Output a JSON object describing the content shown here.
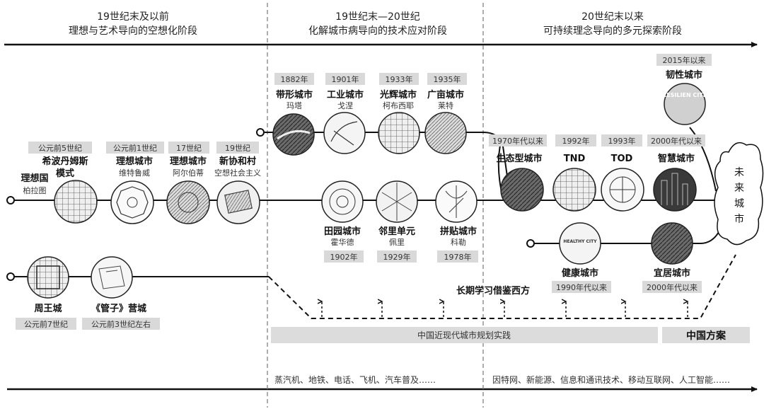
{
  "periods": [
    {
      "line1": "19世纪末及以前",
      "line2": "理想与艺术导向的空想化阶段"
    },
    {
      "line1": "19世纪末—20世纪",
      "line2": "化解城市病导向的技术应对阶段"
    },
    {
      "line1": "20世纪末以来",
      "line2": "可持续理念导向的多元探索阶段"
    }
  ],
  "nodes": [
    {
      "id": "lixiangguo",
      "name": "理想国",
      "person": "柏拉图",
      "date": ""
    },
    {
      "id": "hippodamus",
      "name": "希波丹姆斯模式",
      "name_lines": [
        "希波丹姆斯",
        "模式"
      ],
      "person": "",
      "date": "公元前5世纪"
    },
    {
      "id": "vitruvius",
      "name": "理想城市",
      "person": "维特鲁威",
      "date": "公元前1世纪"
    },
    {
      "id": "alberti",
      "name": "理想城市",
      "person": "阿尔伯蒂",
      "date": "17世纪"
    },
    {
      "id": "newharmony",
      "name": "新协和村",
      "person": "空想社会主义",
      "date": "19世纪"
    },
    {
      "id": "linear",
      "name": "带形城市",
      "person": "玛塔",
      "date": "1882年"
    },
    {
      "id": "industrial",
      "name": "工业城市",
      "person": "戈涅",
      "date": "1901年"
    },
    {
      "id": "radiant",
      "name": "光辉城市",
      "person": "柯布西耶",
      "date": "1933年"
    },
    {
      "id": "broadacre",
      "name": "广亩城市",
      "person": "莱特",
      "date": "1935年"
    },
    {
      "id": "garden",
      "name": "田园城市",
      "person": "霍华德",
      "date": "1902年"
    },
    {
      "id": "neighborhood",
      "name": "邻里单元",
      "person": "佩里",
      "date": "1929年"
    },
    {
      "id": "collage",
      "name": "拼贴城市",
      "person": "科勒",
      "date": "1978年"
    },
    {
      "id": "eco",
      "name": "生态型城市",
      "person": "",
      "date": "1970年代以来"
    },
    {
      "id": "tnd",
      "name": "TND",
      "person": "",
      "date": "1992年"
    },
    {
      "id": "tod",
      "name": "TOD",
      "person": "",
      "date": "1993年"
    },
    {
      "id": "smart",
      "name": "智慧城市",
      "person": "",
      "date": "2000年代以来"
    },
    {
      "id": "resilient",
      "name": "韧性城市",
      "person": "",
      "date": "2015年以来"
    },
    {
      "id": "healthy",
      "name": "健康城市",
      "person": "",
      "date": "1990年代以来"
    },
    {
      "id": "livable",
      "name": "宜居城市",
      "person": "",
      "date": "2000年代以来"
    },
    {
      "id": "zhouwang",
      "name": "周王城",
      "person": "",
      "date": "公元前7世纪"
    },
    {
      "id": "guanzi",
      "name": "《管子》营城",
      "person": "",
      "date": "公元前3世纪左右"
    }
  ],
  "future": [
    "未",
    "来",
    "城",
    "市"
  ],
  "borrow_label": "长期学习借鉴西方",
  "band_label": "中国近现代城市规划实践",
  "cn_plan_label": "中国方案",
  "tech": [
    "蒸汽机、地铁、电话、飞机、汽车普及……",
    "因特网、新能源、信息和通讯技术、移动互联网、人工智能……"
  ],
  "img_text": {
    "resilient": "RESILIEN CITIES",
    "healthy": "HEALTHY CITY"
  }
}
